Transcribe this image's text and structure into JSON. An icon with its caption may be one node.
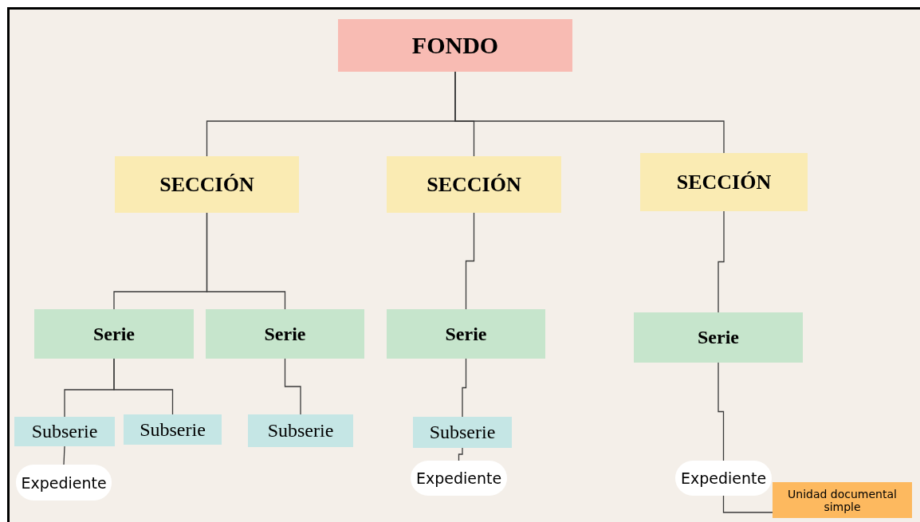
{
  "diagram": {
    "nodes": [
      {
        "text": [
          "FONDO"
        ]
      },
      {
        "text": [
          "SECCIÓN"
        ]
      },
      {
        "text": [
          "SECCIÓN"
        ]
      },
      {
        "text": [
          "SECCIÓN"
        ]
      },
      {
        "text": [
          "Serie"
        ]
      },
      {
        "text": [
          "Serie"
        ]
      },
      {
        "text": [
          "Serie"
        ]
      },
      {
        "text": [
          "Serie"
        ]
      },
      {
        "text": [
          "Subserie"
        ]
      },
      {
        "text": [
          "Subserie"
        ]
      },
      {
        "text": [
          "Subserie"
        ]
      },
      {
        "text": [
          "Subserie"
        ]
      },
      {
        "text": [
          "Expediente"
        ]
      },
      {
        "text": [
          "Expediente"
        ]
      },
      {
        "text": [
          "Expediente"
        ]
      },
      {
        "text": [
          "Unidad documental simple"
        ]
      }
    ],
    "edges": [
      {
        "from": 0,
        "to": 1,
        "arrow": "none"
      },
      {
        "from": 0,
        "to": 2,
        "arrow": "none"
      },
      {
        "from": 0,
        "to": 3,
        "arrow": "none"
      },
      {
        "from": 1,
        "to": 4,
        "arrow": "none"
      },
      {
        "from": 1,
        "to": 5,
        "arrow": "none"
      },
      {
        "from": 2,
        "to": 6,
        "arrow": "none"
      },
      {
        "from": 3,
        "to": 7,
        "arrow": "none"
      },
      {
        "from": 4,
        "to": 8,
        "arrow": "none"
      },
      {
        "from": 4,
        "to": 9,
        "arrow": "none"
      },
      {
        "from": 5,
        "to": 10,
        "arrow": "none"
      },
      {
        "from": 6,
        "to": 11,
        "arrow": "none"
      },
      {
        "from": 8,
        "to": 12,
        "arrow": "none"
      },
      {
        "from": 11,
        "to": 13,
        "arrow": "none"
      },
      {
        "from": 7,
        "to": 14,
        "arrow": "none"
      },
      {
        "from": 14,
        "to": 15,
        "arrow": "none"
      }
    ]
  }
}
